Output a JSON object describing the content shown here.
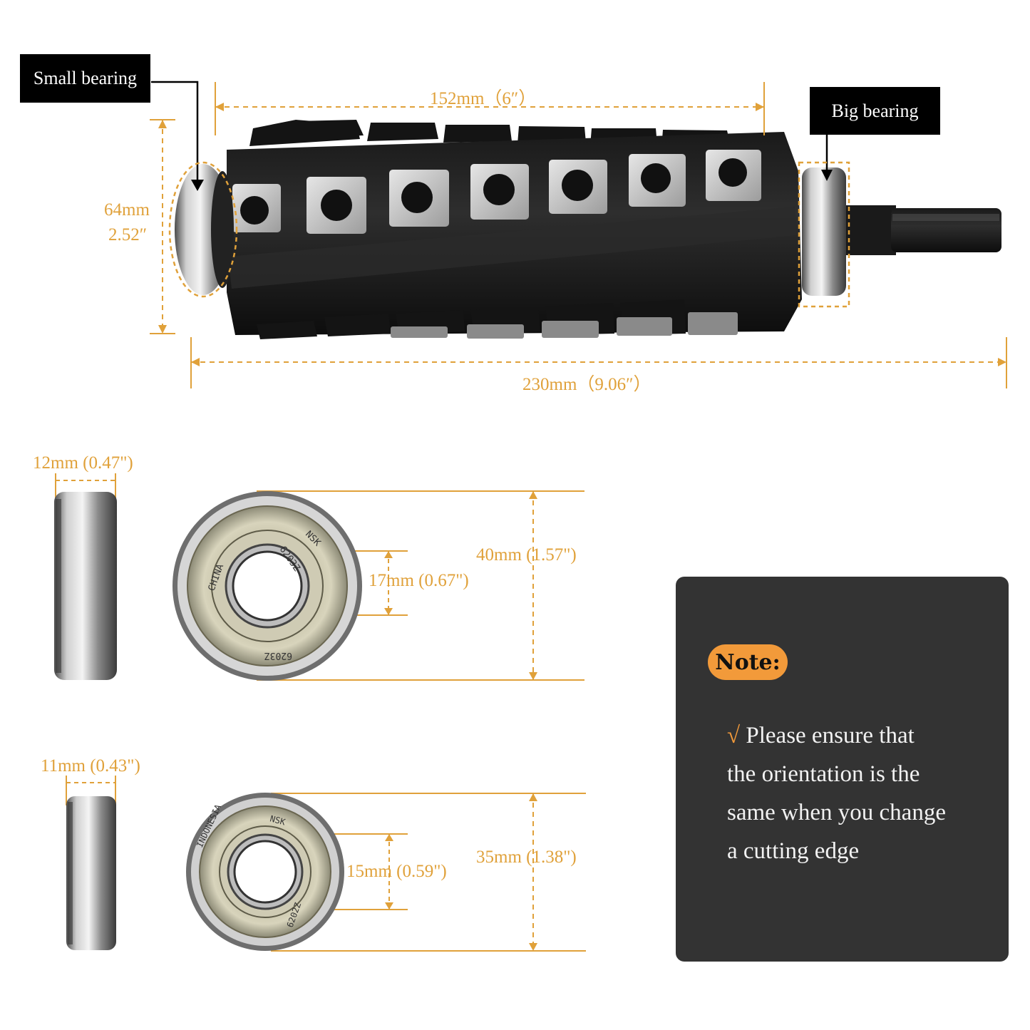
{
  "labels": {
    "small_bearing": "Small bearing",
    "big_bearing": "Big bearing"
  },
  "dimensions": {
    "cutter_length": "152mm（6″）",
    "diameter_mm": "64mm",
    "diameter_in": "2.52″",
    "total_length": "230mm（9.06″）",
    "big_width": "12mm (0.47\")",
    "big_outer": "40mm (1.57\")",
    "big_inner": "17mm (0.67\")",
    "small_width": "11mm (0.43\")",
    "small_outer": "35mm (1.38\")",
    "small_inner": "15mm (0.59\")"
  },
  "bearing_marks": {
    "big": [
      "NSK",
      "6203Z",
      "CHINA",
      "6203Z"
    ],
    "small": [
      "NSK",
      "6202Z",
      "INDONESIA"
    ]
  },
  "note": {
    "badge": "Note:",
    "check": "√",
    "lines": [
      "Please ensure that",
      "the orientation is the",
      "same when you change",
      "a cutting edge"
    ]
  },
  "colors": {
    "dimension": "#e0a13a",
    "note_background": "#333333",
    "badge": "#f29a3a"
  }
}
